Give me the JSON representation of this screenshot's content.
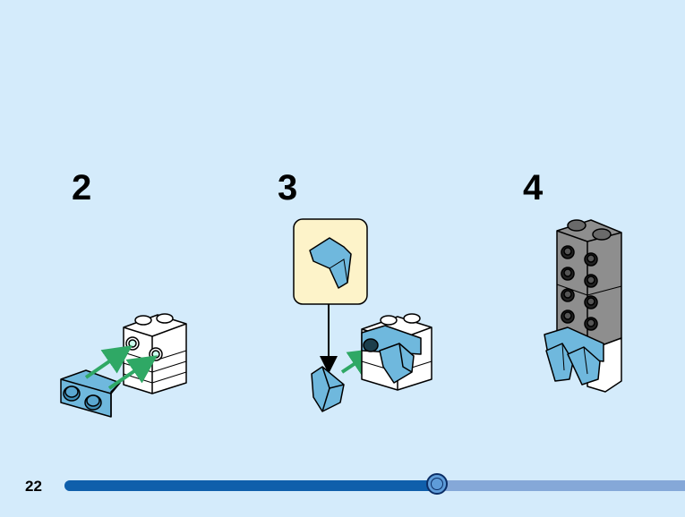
{
  "steps": [
    {
      "number": "2"
    },
    {
      "number": "3"
    },
    {
      "number": "4"
    }
  ],
  "page": {
    "number": "22"
  },
  "progress": {
    "fraction": 0.6
  },
  "colors": {
    "background": "#d4ebfb",
    "brick_blue": "#6fb8dd",
    "brick_white": "#ffffff",
    "brick_gray": "#8e8e8e",
    "arrow_green": "#2fa865",
    "callout_bg": "#fdf3c9",
    "progress_fill": "#0f5fab",
    "progress_track": "#85a8d8"
  }
}
